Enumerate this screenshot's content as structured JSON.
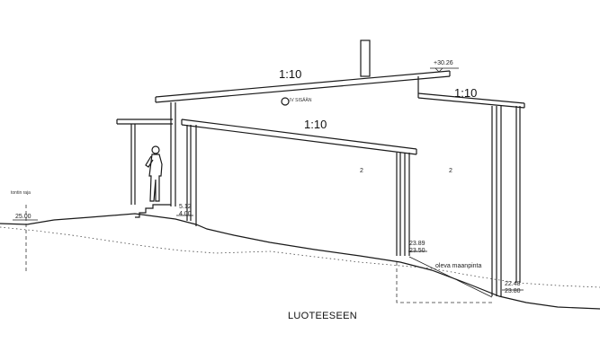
{
  "drawing": {
    "title": "LUOTEESEEN",
    "roof_slopes": [
      "1:10",
      "1:10",
      "1:10"
    ],
    "ridge_level": "+30.26",
    "ventilation_label": "IV SISÄÄN",
    "boundary_label": "tontin raja",
    "boundary_level": "25.00",
    "entry_levels": [
      "5.12",
      "4.00"
    ],
    "mid_levels": [
      "23.89",
      "23.50"
    ],
    "right_levels": [
      "22.48",
      "23.80"
    ],
    "ground_label": "oleva maanpinta",
    "room_numbers": [
      "2",
      "2"
    ]
  }
}
